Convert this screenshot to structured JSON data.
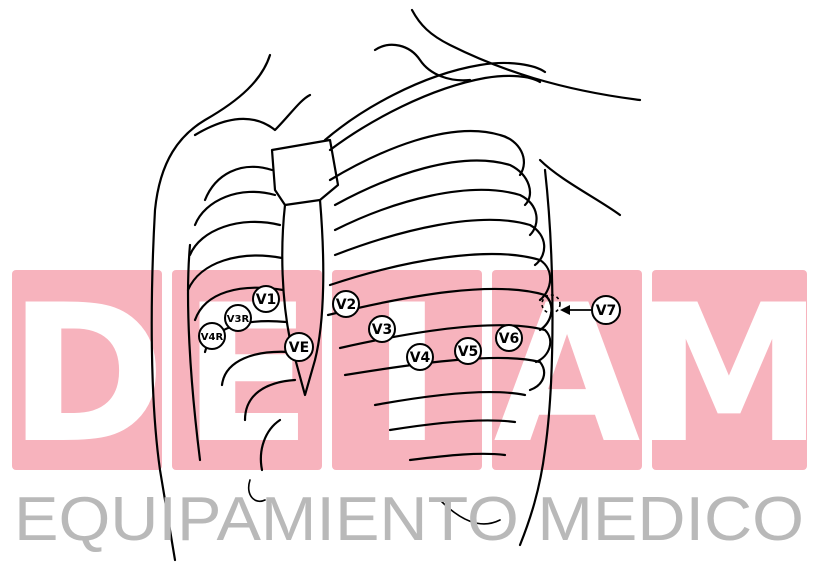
{
  "colors": {
    "watermark_block": "#f7b3bd",
    "watermark_text": "#b9b9b9",
    "ink": "#000000"
  },
  "watermark": {
    "letters": [
      "D",
      "E",
      "I",
      "A",
      "M"
    ],
    "tagline": "EQUIPAMIENTO MEDICO"
  },
  "leads": {
    "v1": "V1",
    "v2": "V2",
    "v3": "V3",
    "v3r": "V3R",
    "v4": "V4",
    "v4r": "V4R",
    "v5": "V5",
    "v6": "V6",
    "v7": "V7",
    "ve": "VE"
  }
}
